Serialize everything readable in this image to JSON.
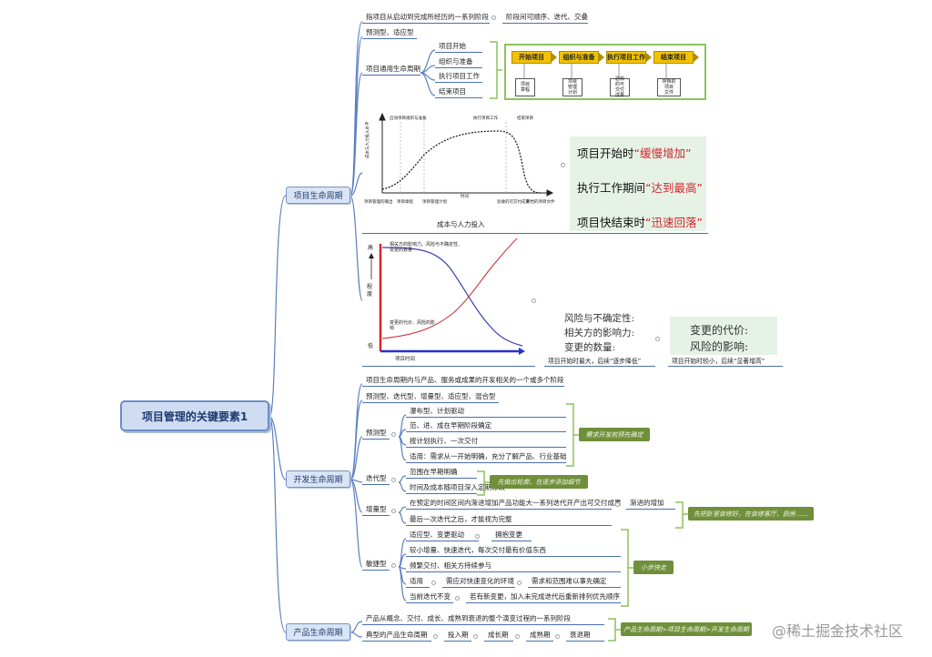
{
  "root": "项目管理的关键要素1",
  "l1": {
    "project": "项目生命周期",
    "dev": "开发生命周期",
    "product": "产品生命周期"
  },
  "project": {
    "def": "指项目从启动到完成所经历的一系列阶段",
    "def_note": "阶段间可顺序、迭代、交叠",
    "types": "预测型、适应型",
    "generic": "项目通用生命周期",
    "phases": [
      "项目开始",
      "组织与准备",
      "执行项目工作",
      "结束项目"
    ],
    "flow_steps": [
      "开始项目",
      "组织与准备",
      "执行项目工作",
      "结束项目"
    ],
    "flow_docs": [
      "项目\n章程",
      "项目\n管理\n计划",
      "验收\n的可\n交付\n成果",
      "存档的\n项目\n文件"
    ],
    "cost_chart": {
      "phase_labels": [
        "启动项目",
        "组织与准备",
        "执行项目工作",
        "结束项目"
      ],
      "ylabel": "成本与人力投入水平",
      "xlabel": "时间",
      "bottom_labels": [
        "项目管理的输出",
        "项目章程",
        "项目管理计划",
        "验收的可交付成果",
        "存档的项目文件"
      ],
      "caption": "成本与人力投入"
    },
    "cost_notes": [
      {
        "pre": "项目开始时",
        "q": "“缓慢增加”"
      },
      {
        "pre": "执行工作期间",
        "q": "“达到最高”"
      },
      {
        "pre": "项目快结束时",
        "q": "“迅速回落”"
      }
    ],
    "risk_chart": {
      "y_high": "高",
      "y_label": "程度",
      "y_low": "低",
      "x_label": "项目时间",
      "blue_label": "相关方的影响力、风险与不确定性、变更的数量",
      "red_label": "变更的代价、风险的影响"
    },
    "risk_left_lines": [
      "风险与不确定性:",
      "相关方的影响力:",
      "变更的数量:"
    ],
    "risk_left_caption": "项目开始时最大，后续“逐步降低”",
    "risk_right_lines": [
      "变更的代价:",
      "风险的影响:"
    ],
    "risk_right_caption": "项目开始时较小，后续“显著增高”"
  },
  "dev": {
    "def": "项目生命周期内与产品、服务或成果的开发相关的一个或多个阶段",
    "types": "预测型、迭代型、增量型、适应型、混合型",
    "predictive": {
      "label": "预测型",
      "items": [
        "瀑布型、计划驱动",
        "范、进、成在早期阶段确定",
        "按计划执行、一次交付",
        "适用：需求从一开始明确，充分了解产品、行业基础"
      ],
      "note": "需求开发前预先确定"
    },
    "iterative": {
      "label": "迭代型",
      "items": [
        "范围在早期明确",
        "时间及成本随项目深入定期修改"
      ],
      "note": "先做出轮廓，在逐步添加细节"
    },
    "incremental": {
      "label": "增量型",
      "items": [
        "在预定的时间区间内渐进增加产品功能大一系列迭代开产出可交付成果",
        "最后一次迭代之后，才能视为完整"
      ],
      "sub": "渐进的增加",
      "note": "先把卧室装修好，在装修客厅、厨房……"
    },
    "agile": {
      "label": "敏捷型",
      "items": [
        "适应型、变更驱动",
        "较小增量、快速迭代，每次交付最有价值东西",
        "频繁交付、相关方持续参与",
        "适用",
        "当前迭代不变"
      ],
      "sub1": "拥抱变更",
      "sub_use1": "需应对快速变化的环境",
      "sub_use2": "需求和范围难以事先确定",
      "sub_iter": "若有新变更，加入未完成迭代后重新排列优先顺序",
      "note": "小步快走"
    }
  },
  "product": {
    "def": "产品从概念、交付、成长、成熟到衰退的整个演变过程的一系列阶段",
    "typical": "典型的产品生命周期",
    "stages": [
      "投入期",
      "成长期",
      "成熟期",
      "衰退期"
    ],
    "note": "产品生命周期>项目生命周期>开发生命周期"
  },
  "watermark": "@稀土掘金技术社区",
  "colors": {
    "line": "#4a6fb0",
    "bracket": "#8fc15a",
    "note_bg": "#6f8f3a",
    "red": "#d0262e",
    "blue": "#3b3fb8"
  }
}
